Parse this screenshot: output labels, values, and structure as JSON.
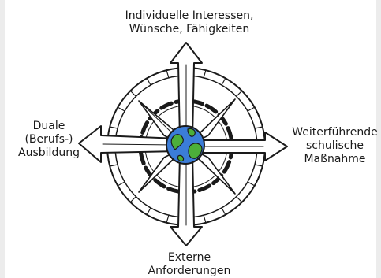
{
  "labels": {
    "top": [
      "Individuelle Interessen,",
      "Wünsche, Fähigkeiten"
    ],
    "left": [
      "Duale",
      "(Berufs-)",
      "Ausbildung"
    ],
    "right": [
      "Weiterführende",
      "schulische",
      "Maßnahme"
    ],
    "bottom": [
      "Externe",
      "Anforderungen"
    ]
  },
  "icons": {
    "center": "globe-icon"
  },
  "colors": {
    "ink": "#1a1a1a",
    "ocean": "#3b7dd8",
    "land": "#4caf3a",
    "edge": "#ececec"
  }
}
